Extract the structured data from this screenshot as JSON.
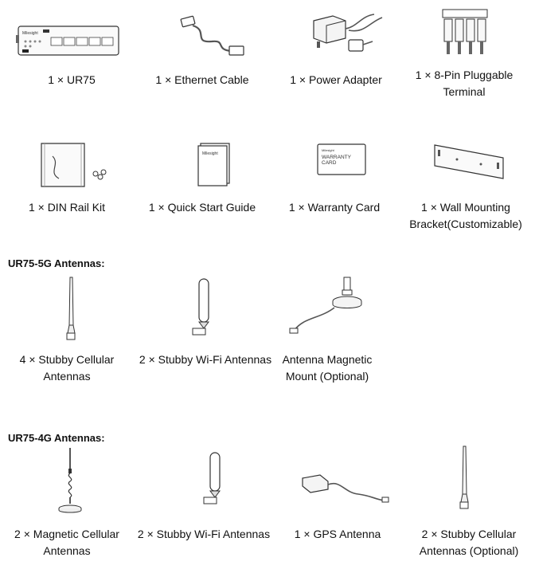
{
  "items_row1": [
    {
      "label": "1 × UR75",
      "icon": "router-icon"
    },
    {
      "label": "1 × Ethernet Cable",
      "icon": "ethernet-cable-icon"
    },
    {
      "label": "1 × Power Adapter",
      "icon": "power-adapter-icon"
    },
    {
      "label": "1 × 8-Pin Pluggable Terminal",
      "icon": "terminal-block-icon"
    }
  ],
  "items_row2": [
    {
      "label": "1 × DIN Rail Kit",
      "icon": "din-rail-kit-icon"
    },
    {
      "label": "1 × Quick Start Guide",
      "icon": "guide-booklet-icon",
      "brand_text": "Milesight"
    },
    {
      "label": "1 × Warranty Card",
      "icon": "warranty-card-icon",
      "card_text": "WARRANTY CARD"
    },
    {
      "label": "1 × Wall Mounting Bracket(Customizable)",
      "icon": "wall-bracket-icon"
    }
  ],
  "section_5g": {
    "heading": "UR75-5G Antennas:",
    "items": [
      {
        "label": "4 × Stubby Cellular Antennas",
        "icon": "stubby-cellular-antenna-icon"
      },
      {
        "label": "2 × Stubby Wi-Fi Antennas",
        "icon": "stubby-wifi-antenna-icon"
      },
      {
        "label": "Antenna Magnetic Mount (Optional)",
        "icon": "magnetic-mount-icon"
      }
    ]
  },
  "section_4g": {
    "heading": "UR75-4G Antennas:",
    "items": [
      {
        "label": "2 × Magnetic Cellular Antennas",
        "icon": "magnetic-cellular-antenna-icon"
      },
      {
        "label": "2 × Stubby Wi-Fi Antennas",
        "icon": "stubby-wifi-antenna-icon"
      },
      {
        "label": "1 × GPS Antenna",
        "icon": "gps-antenna-icon"
      },
      {
        "label": "2 × Stubby Cellular Antennas (Optional)",
        "icon": "stubby-cellular-antenna-icon"
      }
    ]
  }
}
